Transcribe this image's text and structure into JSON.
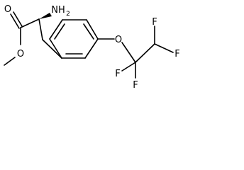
{
  "molecule": {
    "atoms": {
      "o_carbonyl": "O",
      "o_ester": "O",
      "nh2_main": "NH",
      "nh2_sub": "2",
      "o_ether": "O",
      "f1": "F",
      "f2": "F",
      "f3": "F",
      "f4": "F"
    },
    "colors": {
      "bond": "#000000",
      "label": "#000000",
      "background": "#ffffff"
    }
  }
}
